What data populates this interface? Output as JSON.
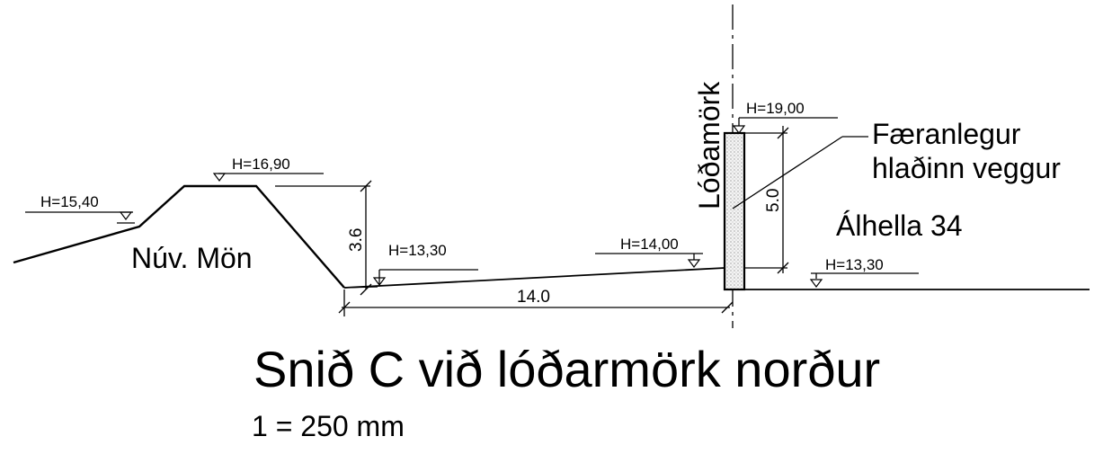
{
  "title": "Snið C við lóðarmörk norður",
  "scale": "1 = 250 mm",
  "labels": {
    "boundary": "Lóðamörk",
    "embankment": "Núv. Mön",
    "wall_line1": "Færanlegur",
    "wall_line2": "hlaðinn veggur",
    "property": "Álhella 34"
  },
  "levels": {
    "left_ground": "H=15,40",
    "mound_top": "H=16,90",
    "ditch": "H=13,30",
    "wall_base": "H=14,00",
    "wall_top": "H=19,00",
    "right_ground": "H=13,30"
  },
  "dimensions": {
    "mound_height": "3.6",
    "horizontal": "14.0",
    "wall_height": "5.0"
  }
}
